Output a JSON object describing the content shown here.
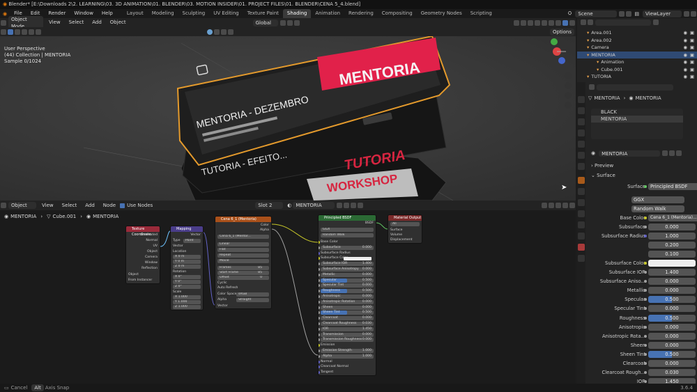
{
  "title": "Blender* [E:\\Downloads 2\\2. LEARNING\\03. 3D ANIMATION\\01. BLENDER\\03. MOTION INSIDER\\01. PROJECT FILES\\01. BLENDER\\CENA 5_4.blend]",
  "menu": [
    "File",
    "Edit",
    "Render",
    "Window",
    "Help"
  ],
  "workspaces": [
    "Layout",
    "Modeling",
    "Sculpting",
    "UV Editing",
    "Texture Paint",
    "Shading",
    "Animation",
    "Rendering",
    "Compositing",
    "Geometry Nodes",
    "Scripting"
  ],
  "active_workspace": "Shading",
  "scene": "Scene",
  "view_layer": "ViewLayer",
  "viewport": {
    "mode": "Object Mode",
    "menus": [
      "View",
      "Select",
      "Add",
      "Object"
    ],
    "transform": "Global",
    "options": "Options",
    "info": [
      "User Perspective",
      "(44) Collection | MENTORIA",
      "Sample 0/1024"
    ],
    "card1_title": "MENTORIA - DEZEMBRO",
    "card1_button": "MENTORIA",
    "card2_title": "TUTORIA - EFEITO...",
    "card2_button": "TUTORIA",
    "card3_button": "WORKSHOP"
  },
  "node_editor": {
    "type": "Object",
    "menus": [
      "View",
      "Select",
      "Add",
      "Node"
    ],
    "use_nodes": "Use Nodes",
    "slot": "Slot 2",
    "material": "MENTORIA",
    "breadcrumb": [
      "MENTORIA",
      "Cube.001",
      "MENTORIA"
    ]
  },
  "nodes": {
    "texcoord": {
      "title": "Texture Coordinate",
      "outputs": [
        "Generated",
        "Normal",
        "UV",
        "Object",
        "Camera",
        "Window",
        "Reflection"
      ],
      "object": "Object",
      "instancer": "From Instancer"
    },
    "mapping": {
      "title": "Mapping",
      "out": "Vector",
      "type_label": "Type",
      "type": "Point",
      "vector": "Vector",
      "location": "Location",
      "rotation": "Rotation",
      "scale": "Scale",
      "loc": [
        [
          "X",
          "0 m"
        ],
        [
          "Y",
          "0 m"
        ],
        [
          "Z",
          "0 m"
        ]
      ],
      "rot": [
        [
          "X",
          "0°"
        ],
        [
          "Y",
          "0°"
        ],
        [
          "Z",
          "0°"
        ]
      ],
      "scl": [
        [
          "X",
          "1.000"
        ],
        [
          "Y",
          "1.000"
        ],
        [
          "Z",
          "1.000"
        ]
      ]
    },
    "image": {
      "title": "Cena 6_1 (Mentoria)",
      "outputs": [
        "Color",
        "Alpha"
      ],
      "image_name": "Cena 6_1 (Mentor...",
      "interp": "Linear",
      "proj": "Flat",
      "ext": "Repeat",
      "src": "Movie",
      "frames_l": "Frames",
      "frames": "85",
      "start_l": "Start Frame",
      "start": "85",
      "offset_l": "Offset",
      "offset": "0",
      "cyclic": "Cyclic",
      "autorefresh": "Auto Refresh",
      "cs_l": "Color Space",
      "cs": "sRGB",
      "alpha_l": "Alpha",
      "alpha": "Straight",
      "vector": "Vector"
    },
    "bsdf": {
      "title": "Principled BSDF",
      "out": "BSDF",
      "dist": "GGX",
      "sss": "Random Walk",
      "rows": [
        [
          "Base Color",
          ""
        ],
        [
          "Subsurface",
          "0.000"
        ],
        [
          "Subsurface Radius",
          ""
        ],
        [
          "Subsurface Color",
          ""
        ],
        [
          "Subsurface IOR",
          "1.400"
        ],
        [
          "Subsurface Anisotropy",
          "0.000"
        ],
        [
          "Metallic",
          "0.000"
        ],
        [
          "Specular",
          "0.500"
        ],
        [
          "Specular Tint",
          "0.000"
        ],
        [
          "Roughness",
          "0.500"
        ],
        [
          "Anisotropic",
          "0.000"
        ],
        [
          "Anisotropic Rotation",
          "0.000"
        ],
        [
          "Sheen",
          "0.000"
        ],
        [
          "Sheen Tint",
          "0.500"
        ],
        [
          "Clearcoat",
          "0.000"
        ],
        [
          "Clearcoat Roughness",
          "0.030"
        ],
        [
          "IOR",
          "1.450"
        ],
        [
          "Transmission",
          "0.000"
        ],
        [
          "Transmission Roughness",
          "0.000"
        ],
        [
          "Emission",
          ""
        ],
        [
          "Emission Strength",
          "1.000"
        ],
        [
          "Alpha",
          "1.000"
        ],
        [
          "Normal",
          ""
        ],
        [
          "Clearcoat Normal",
          ""
        ],
        [
          "Tangent",
          ""
        ]
      ]
    },
    "output": {
      "title": "Material Output",
      "target": "All",
      "inputs": [
        "Surface",
        "Volume",
        "Displacement"
      ]
    }
  },
  "outliner": [
    {
      "name": "Area.001",
      "indent": 1
    },
    {
      "name": "Area.002",
      "indent": 1
    },
    {
      "name": "Camera",
      "indent": 1
    },
    {
      "name": "MENTORIA",
      "indent": 1,
      "selected": true
    },
    {
      "name": "Animation",
      "indent": 2
    },
    {
      "name": "Cube.001",
      "indent": 2
    },
    {
      "name": "TUTORIA",
      "indent": 1
    }
  ],
  "properties": {
    "breadcrumb": [
      "MENTORIA",
      "MENTORIA"
    ],
    "slots": [
      "BLACK",
      "MENTORIA"
    ],
    "material": "MENTORIA",
    "preview": "Preview",
    "surface": "Surface",
    "surface_label": "Surface",
    "surface_shader": "Principled BSDF",
    "distribution": "GGX",
    "subsurface_method": "Random Walk",
    "base_color_label": "Base Color",
    "base_color": "Cena 6_1 (Mentoria)....",
    "rows": [
      {
        "label": "Subsurface",
        "value": "0.000"
      },
      {
        "label": "Subsurface Radius",
        "value": "1.000"
      },
      {
        "label": "",
        "value": "0.200"
      },
      {
        "label": "",
        "value": "0.100"
      },
      {
        "label": "Subsurface Color",
        "value": ""
      },
      {
        "label": "Subsurface IOR",
        "value": "1.400"
      },
      {
        "label": "Subsurface Aniso...",
        "value": "0.000"
      },
      {
        "label": "Metallic",
        "value": "0.000"
      },
      {
        "label": "Specular",
        "value": "0.500",
        "fill": 0.5
      },
      {
        "label": "Specular Tint",
        "value": "0.000"
      },
      {
        "label": "Roughness",
        "value": "0.500",
        "fill": 0.5
      },
      {
        "label": "Anisotropic",
        "value": "0.000"
      },
      {
        "label": "Anisotropic Rota...",
        "value": "0.000"
      },
      {
        "label": "Sheen",
        "value": "0.000"
      },
      {
        "label": "Sheen Tint",
        "value": "0.500",
        "fill": 0.5
      },
      {
        "label": "Clearcoat",
        "value": "0.000"
      },
      {
        "label": "Clearcoat Rough...",
        "value": "0.030"
      },
      {
        "label": "IOR",
        "value": "1.450"
      }
    ]
  },
  "status": {
    "cancel": "Cancel",
    "axis_snap": "Axis Snap",
    "alt": "Alt",
    "version": "3.6.4"
  },
  "colors": {
    "accent": "#4772b3",
    "bsdf_header": "#2b6a34",
    "output_header": "#7a2a2a",
    "image_header": "#a9501a",
    "mapping_header": "#4a3d8a",
    "texcoord_header": "#9a2a3a",
    "card_red": "#d62540"
  }
}
